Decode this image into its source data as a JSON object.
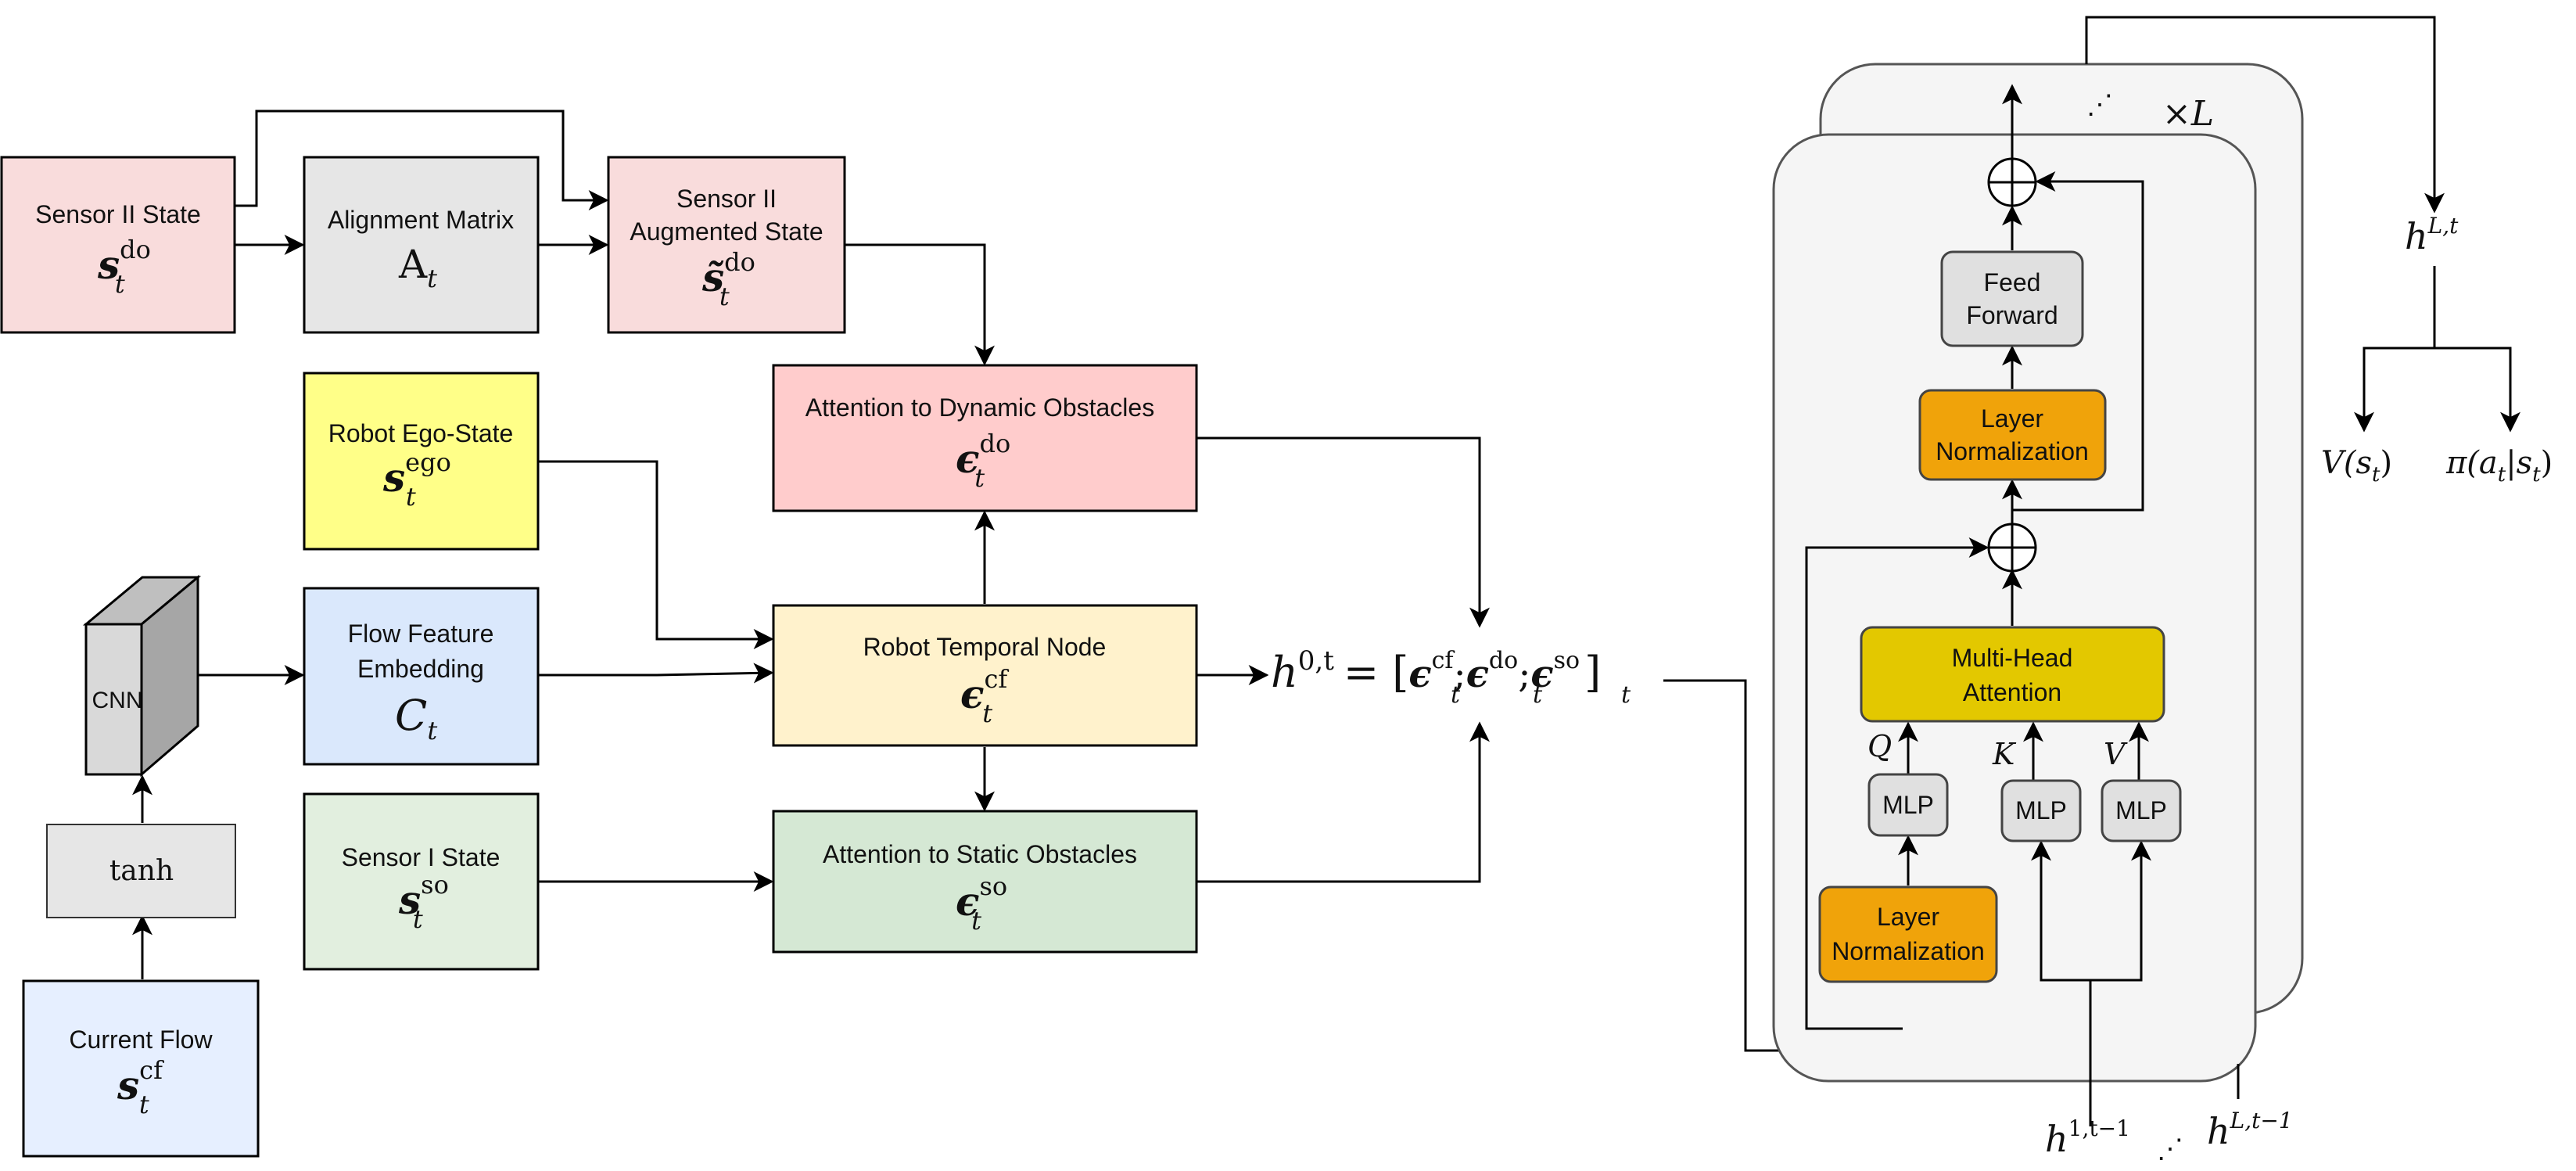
{
  "inputs": {
    "sensor_ii_state": {
      "title": "Sensor II State",
      "sym": "s",
      "sup": "do",
      "sub": "t"
    },
    "alignment_matrix": {
      "title": "Alignment Matrix",
      "sym": "A",
      "sub": "t"
    },
    "sensor_ii_aug": {
      "title1": "Sensor II",
      "title2": "Augmented State",
      "sym": "s̃",
      "sup": "do",
      "sub": "t"
    },
    "robot_ego": {
      "title": "Robot Ego-State",
      "sym": "s",
      "sup": "ego",
      "sub": "t"
    },
    "flow_feature": {
      "title1": "Flow Feature",
      "title2": "Embedding",
      "sym": "C",
      "sub": "t"
    },
    "cnn": {
      "label": "CNN"
    },
    "tanh": {
      "label": "tanh"
    },
    "current_flow": {
      "title": "Current Flow",
      "sym": "s",
      "sup": "cf",
      "sub": "t"
    },
    "sensor_i_state": {
      "title": "Sensor I State",
      "sym": "s",
      "sup": "so",
      "sub": "t"
    }
  },
  "nodes": {
    "attn_dynamic": {
      "title": "Attention to Dynamic Obstacles",
      "sym": "ϵ",
      "sup": "do",
      "sub": "t"
    },
    "robot_temporal": {
      "title": "Robot Temporal Node",
      "sym": "ϵ",
      "sup": "cf",
      "sub": "t"
    },
    "attn_static": {
      "title": "Attention to Static Obstacles",
      "sym": "ϵ",
      "sup": "so",
      "sub": "t"
    }
  },
  "equation": {
    "lhs": "h",
    "lhs_sup": "0,t",
    "eq": "= [",
    "t1": "ϵ",
    "s1": "cf",
    "t2": "ϵ",
    "s2": "do",
    "t3": "ϵ",
    "s3": "so",
    "sub": "t",
    "sep": ";",
    "close": "]"
  },
  "transformer": {
    "repeat": "×L",
    "dots_top": "⋰",
    "feed_forward1": "Feed",
    "feed_forward2": "Forward",
    "layer_norm1": "Layer",
    "layer_norm2": "Normalization",
    "mha1": "Multi-Head",
    "mha2": "Attention",
    "mlp": "MLP",
    "q": "Q",
    "k": "K",
    "v": "V",
    "h_in1": "h",
    "h_in1_sup": "1,t−1",
    "h_inL": "h",
    "h_inL_sup": "L,t−1",
    "dots_bottom": "⋰"
  },
  "outputs": {
    "h_out": "h",
    "h_out_sup": "L,t",
    "value": "V(s",
    "value_sub": "t",
    "value_close": ")",
    "policy": "π(a",
    "policy_sub": "t",
    "policy_mid": "|s",
    "policy_sub2": "t",
    "policy_close": ")"
  },
  "colors": {
    "pink": "#f9dcdc",
    "pink_strong": "#ffcccc",
    "gray": "#e6e6e6",
    "yellow": "#ffff88",
    "blue": "#dae8fc",
    "blue_light": "#e6efff",
    "cream": "#fff2cc",
    "green": "#d5e8d4",
    "green_light": "#e2efdf",
    "orange": "#f0a30a",
    "gold": "#e3c800",
    "panel": "#f5f5f5"
  }
}
